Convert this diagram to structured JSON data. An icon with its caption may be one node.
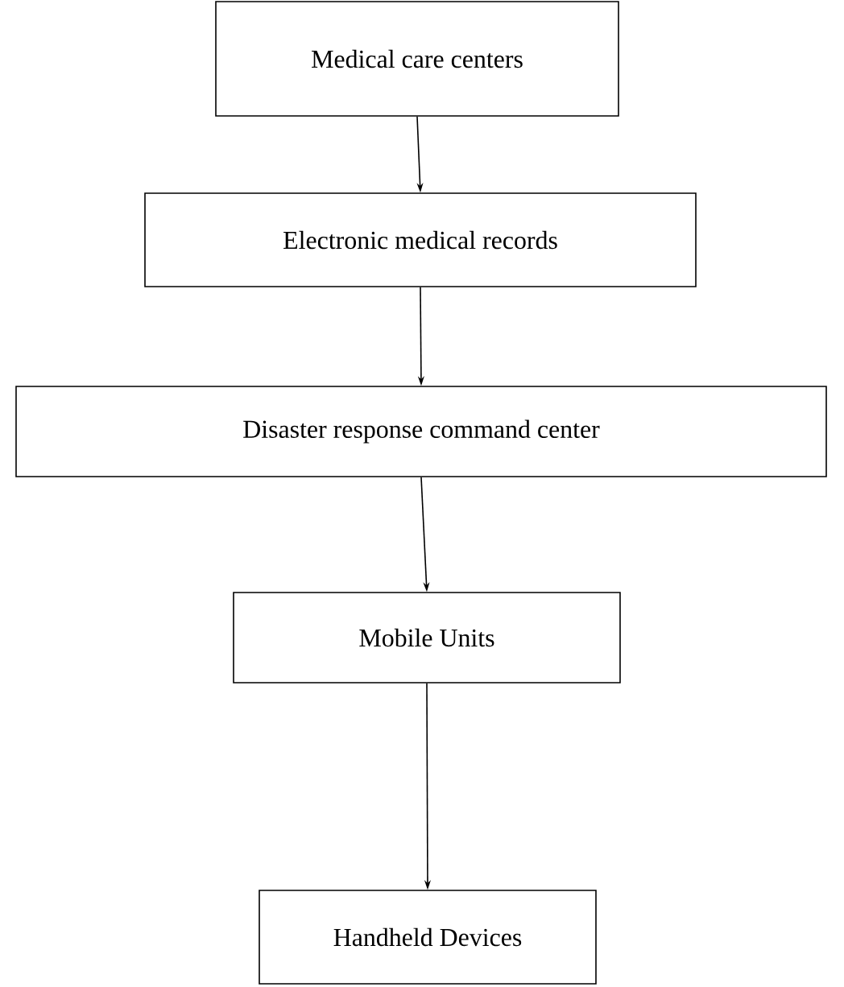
{
  "diagram": {
    "nodes": [
      {
        "text": [
          "Medical care centers"
        ]
      },
      {
        "text": [
          "Electronic medical records"
        ]
      },
      {
        "text": [
          "Disaster response command center"
        ]
      },
      {
        "text": [
          "Mobile Units"
        ]
      },
      {
        "text": [
          "Handheld Devices"
        ]
      }
    ],
    "edges": [
      {
        "from": 0,
        "to": 1,
        "arrow": "to"
      },
      {
        "from": 1,
        "to": 2,
        "arrow": "to"
      },
      {
        "from": 2,
        "to": 3,
        "arrow": "to"
      },
      {
        "from": 3,
        "to": 4,
        "arrow": "to"
      }
    ]
  }
}
